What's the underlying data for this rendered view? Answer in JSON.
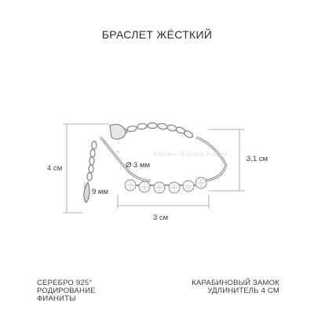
{
  "title": "БРАСЛЕТ ЖЁСТКИЙ",
  "dimensions": {
    "height_left": "4 см",
    "clasp_length": "9 мм",
    "stone_diameter": "Ø 3 мм",
    "height_right": "3,1 см",
    "width_bottom": "3 см"
  },
  "watermark": "Красное & Белое Россия",
  "specs_left": [
    "СЕРЕБРО 925°",
    "РОДИРОВАНИЕ",
    "ФИАНИТЫ"
  ],
  "specs_right": [
    "КАРАБИНОВЫЙ ЗАМОК",
    "УДЛИНИТЕЛЬ 4 СМ"
  ]
}
